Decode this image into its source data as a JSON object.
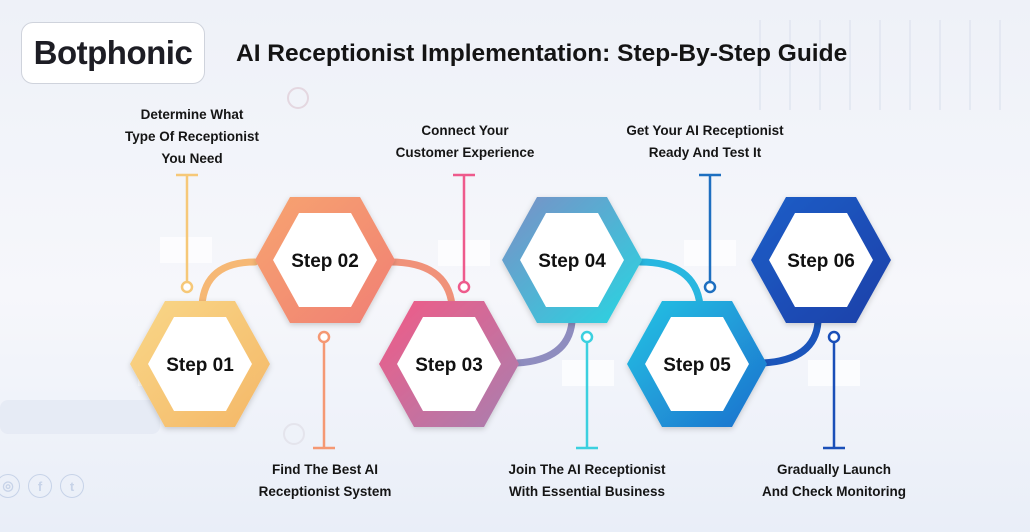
{
  "logo": "Botphonic",
  "title": "AI Receptionist Implementation: Step-By-Step Guide",
  "steps": [
    {
      "label": "Step 01",
      "desc": "Determine What\nType Of Receptionist\nYou Need",
      "color": "#f6c878"
    },
    {
      "label": "Step 02",
      "desc": "Find The Best AI\nReceptionist System",
      "color": "#f59873"
    },
    {
      "label": "Step 03",
      "desc": "Connect Your\nCustomer Experience",
      "color": "#ee5a8c"
    },
    {
      "label": "Step 04",
      "desc": "Join The AI Receptionist\nWith Essential Business",
      "color": "#3bd0df"
    },
    {
      "label": "Step 05",
      "desc": "Get Your AI Receptionist\nReady And Test It",
      "color": "#1e80d4"
    },
    {
      "label": "Step 06",
      "desc": "Gradually Launch\nAnd Check Monitoring",
      "color": "#1a4fb8"
    }
  ],
  "social_icons": [
    "instagram-icon",
    "facebook-icon",
    "twitter-icon"
  ]
}
